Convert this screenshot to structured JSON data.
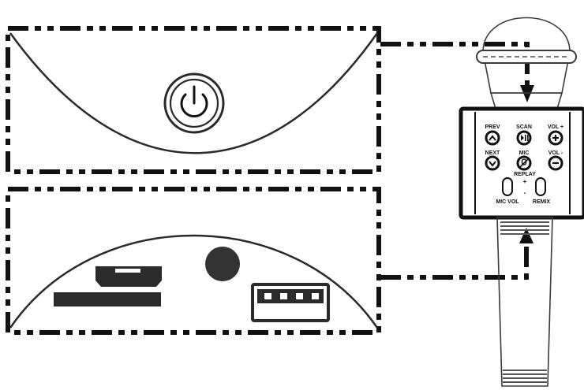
{
  "panel_top": {
    "icon": "power-icon"
  },
  "panel_bottom": {
    "ports": [
      "micro-usb-port-icon",
      "sd-card-slot-icon",
      "audio-jack-icon",
      "usb-a-port-icon"
    ]
  },
  "mic_panel": {
    "labels": {
      "prev": "PREV",
      "scan": "SCAN",
      "vol_plus": "VOL +",
      "next": "NEXT",
      "mic": "MIC",
      "vol_minus": "VOL -",
      "replay": "REPLAY",
      "plus": "+",
      "minus": "-",
      "mic_vol": "MIC VOL",
      "remix": "REMIX"
    }
  },
  "colors": {
    "line": "#111111",
    "port_fill": "#2b2b2b",
    "background": "#ffffff"
  }
}
